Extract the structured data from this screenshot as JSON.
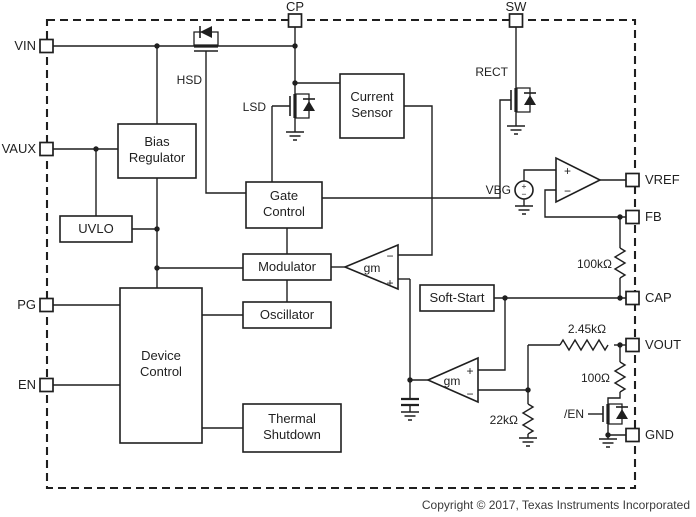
{
  "diagram": {
    "pins": {
      "vin": "VIN",
      "vaux": "VAUX",
      "pg": "PG",
      "en": "EN",
      "cp": "CP",
      "sw": "SW",
      "vref": "VREF",
      "fb": "FB",
      "cap": "CAP",
      "vout": "VOUT",
      "gnd": "GND"
    },
    "blocks": {
      "bias_line1": "Bias",
      "bias_line2": "Regulator",
      "uvlo": "UVLO",
      "gate_line1": "Gate",
      "gate_line2": "Control",
      "modulator": "Modulator",
      "oscillator": "Oscillator",
      "device_line1": "Device",
      "device_line2": "Control",
      "thermal_line1": "Thermal",
      "thermal_line2": "Shutdown",
      "current_line1": "Current",
      "current_line2": "Sensor",
      "soft_start": "Soft-Start"
    },
    "transistors": {
      "hsd": "HSD",
      "lsd": "LSD",
      "rect": "RECT",
      "en_fet": "/EN"
    },
    "amplifiers": {
      "gm": "gm"
    },
    "signs": {
      "plus": "+",
      "minus": "−"
    },
    "sources": {
      "vbg": "VBG"
    },
    "resistors": {
      "fb": "100kΩ",
      "vout": "2.45kΩ",
      "sense": "100Ω",
      "pulldown": "22kΩ"
    },
    "footer": {
      "copyright": "Copyright © 2017, Texas Instruments Incorporated"
    },
    "colors": {
      "line": "#1f1f1f",
      "background": "#ffffff"
    }
  }
}
